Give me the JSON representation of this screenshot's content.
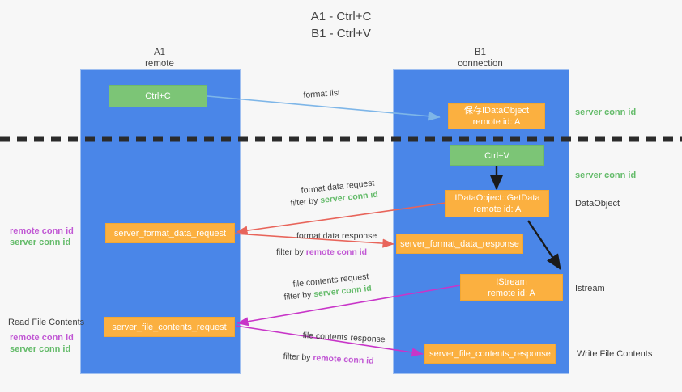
{
  "title": {
    "line1": "A1 - Ctrl+C",
    "line2": "B1 - Ctrl+V"
  },
  "lanes": [
    {
      "name": "A1",
      "subtitle": "remote"
    },
    {
      "name": "B1",
      "subtitle": "connection"
    }
  ],
  "nodes": {
    "ctrl_c": {
      "line1": "Ctrl+C",
      "line2": ""
    },
    "save_idataobject": {
      "line1": "保存IDataObject",
      "line2": "remote id: A"
    },
    "ctrl_v": {
      "line1": "Ctrl+V",
      "line2": ""
    },
    "getdata": {
      "line1": "IDataObject::GetData",
      "line2": "remote id: A"
    },
    "fmt_req": {
      "line1": "server_format_data_request",
      "line2": ""
    },
    "fmt_resp": {
      "line1": "server_format_data_response",
      "line2": ""
    },
    "istream": {
      "line1": "IStream",
      "line2": "remote id: A"
    },
    "file_req": {
      "line1": "server_file_contents_request",
      "line2": ""
    },
    "file_resp": {
      "line1": "server_file_contents_response",
      "line2": ""
    }
  },
  "edges": {
    "format_list": {
      "l1": "format list"
    },
    "format_request": {
      "l1": "format data request",
      "l2_pre": "filter by ",
      "l2_em": "server conn id"
    },
    "format_response": {
      "l1": "format data response",
      "l2_pre": "filter by ",
      "l2_em": "remote conn id"
    },
    "file_request": {
      "l1": "file contents request",
      "l2_pre": "filter by ",
      "l2_em": "server conn id"
    },
    "file_response": {
      "l1": "file contents response",
      "l2_pre": "filter by ",
      "l2_em": "remote conn id"
    }
  },
  "annotations": {
    "right_server_conn_1": "server conn id",
    "right_server_conn_2": "server conn id",
    "right_dataobject": "DataObject",
    "right_istream": "Istream",
    "right_write_file": "Write File Contents",
    "left_remote_conn_1": "remote conn id",
    "left_server_conn_1": "server conn id",
    "left_read_file": "Read File Contents",
    "left_remote_conn_2": "remote conn id",
    "left_server_conn_2": "server conn id"
  },
  "colors": {
    "lane": "#4a86e8",
    "green_box": "#7cc576",
    "orange_box": "#fbb040",
    "server_conn": "#64bb6a",
    "remote_conn": "#c158d4",
    "red_arrow": "#e8645a",
    "magenta_arrow": "#c835c8",
    "light_blue_arrow": "#7eb6e8",
    "black": "#1a1a1a",
    "background": "#f7f7f7"
  }
}
